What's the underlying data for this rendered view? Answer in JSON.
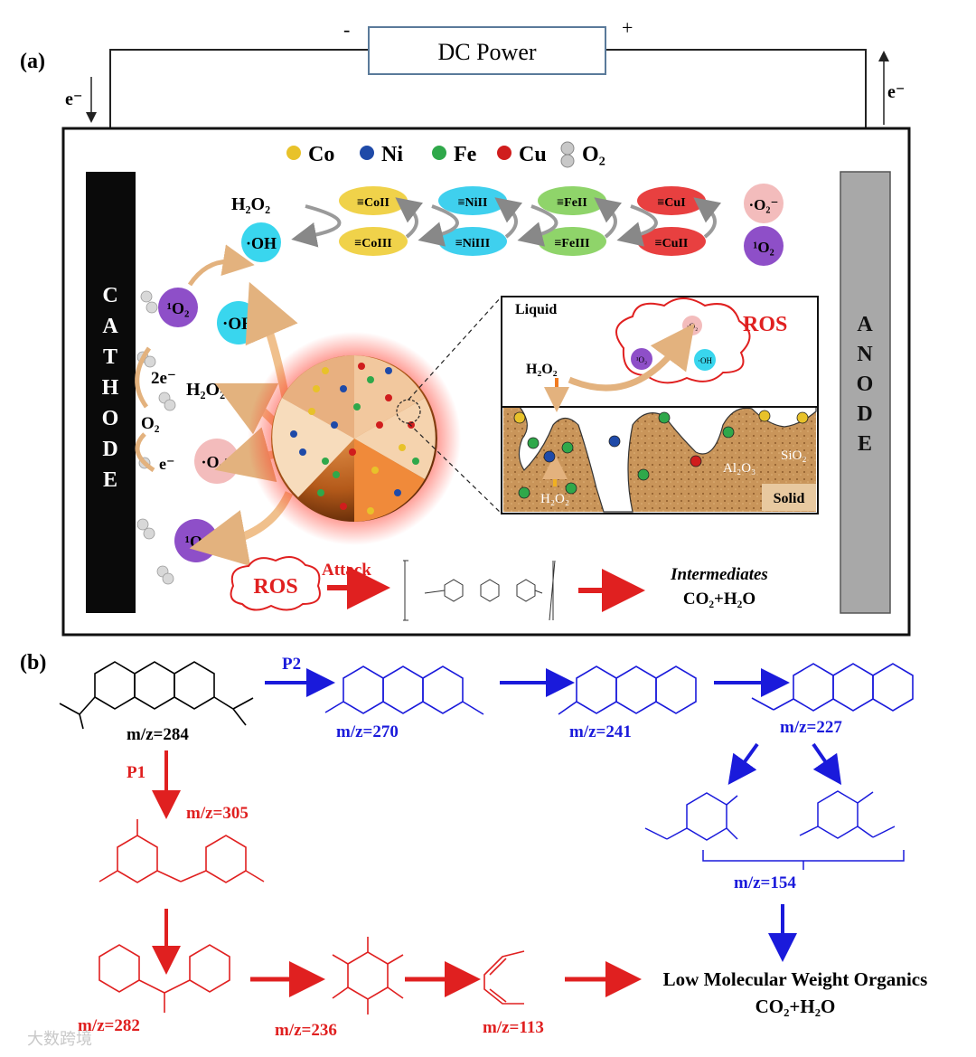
{
  "panel_a": {
    "label": "(a)",
    "power": {
      "label": "DC Power",
      "minus": "-",
      "plus": "+"
    },
    "electron_left": "e⁻",
    "electron_right": "e⁻",
    "cathode_letters": [
      "C",
      "A",
      "T",
      "H",
      "O",
      "D",
      "E"
    ],
    "anode_letters": [
      "A",
      "N",
      "O",
      "D",
      "E"
    ],
    "legend": [
      {
        "label": "Co",
        "color": "#e8c22a"
      },
      {
        "label": "Ni",
        "color": "#1f4aa8"
      },
      {
        "label": "Fe",
        "color": "#2fa84a"
      },
      {
        "label": "Cu",
        "color": "#d01d1d"
      },
      {
        "label": "O₂",
        "color": "#c8c8c8"
      }
    ],
    "cycle": {
      "h2o2": "H₂O₂",
      "oh": "·OH",
      "top_row": [
        "≡CoII",
        "≡NiII",
        "≡FeII",
        "≡CuI"
      ],
      "bottom_row": [
        "≡CoIII",
        "≡NiIII",
        "≡FeIII",
        "≡CuII"
      ],
      "superoxide": "·O₂⁻",
      "singlet": "¹O₂"
    },
    "cathode_side": {
      "singlet_top": "¹O₂",
      "oh": "·OH",
      "two_e": "2e⁻",
      "h2o2": "H₂O₂",
      "o2": "O₂",
      "e": "e⁻",
      "superoxide": "·O₂⁻",
      "singlet_bottom": "¹O₂"
    },
    "inset": {
      "liquid": "Liquid",
      "ros": "ROS",
      "o2_small": "·O₂",
      "singlet_small": "¹O₂",
      "oh_small": "·OH",
      "h2o2_top": "H₂O₂",
      "sio2_a": "SiO₂",
      "sio2_b": "SiO₂",
      "al2o3": "Al₂O₃",
      "h2o2_bottom": "H₂O₂",
      "solid": "Solid"
    },
    "bottom_row": {
      "ros": "ROS",
      "attack": "Attack",
      "intermediates": "Intermediates",
      "products": "CO₂+H₂O"
    }
  },
  "panel_b": {
    "label": "(b)",
    "p1": "P1",
    "p2": "P2",
    "mz": {
      "m284": "m/z=284",
      "m270": "m/z=270",
      "m241": "m/z=241",
      "m227": "m/z=227",
      "m305": "m/z=305",
      "m154": "m/z=154",
      "m282": "m/z=282",
      "m236": "m/z=236",
      "m113": "m/z=113"
    },
    "final_line1": "Low Molecular Weight Organics",
    "final_line2": "CO₂+H₂O",
    "colors": {
      "p1": "#e02020",
      "p2": "#1a1adb",
      "parent": "#000000"
    }
  },
  "watermark": "大数跨境"
}
